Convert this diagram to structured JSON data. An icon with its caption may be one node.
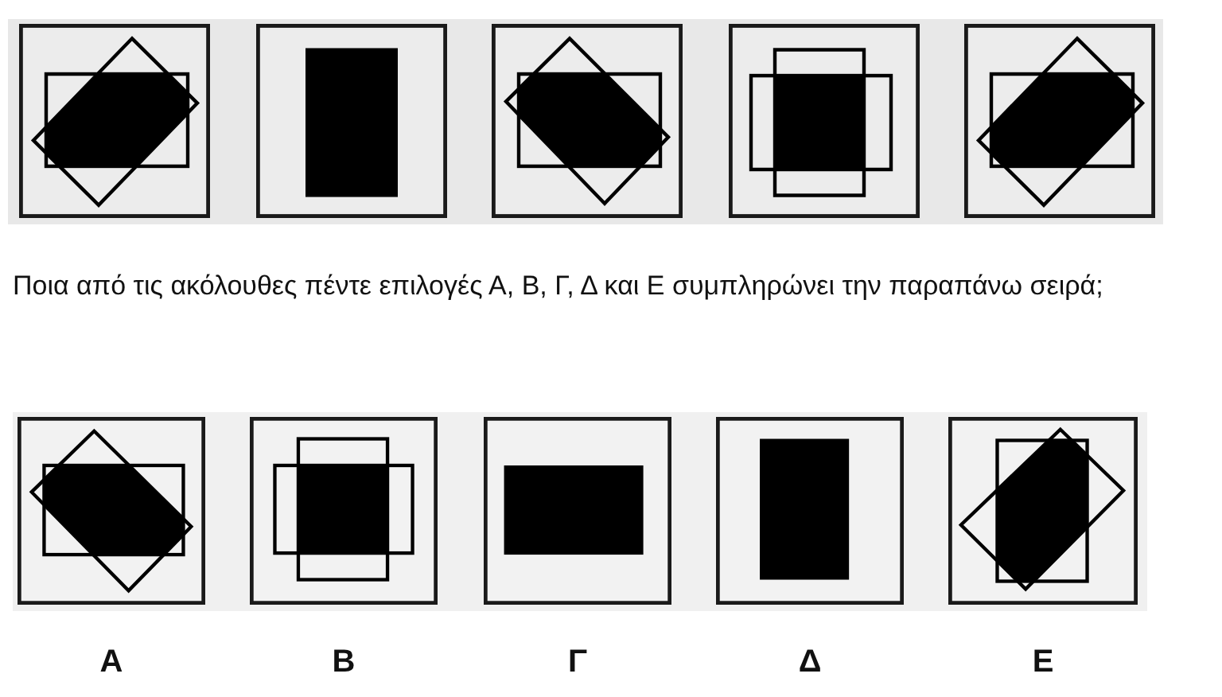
{
  "diagram": {
    "labels": [
      "Ποια από τις ακόλουθες πέντε επιλογές Α, Β, Γ, Δ και Ε συμπληρώνει την παραπάνω σειρά;",
      "Α",
      "Β",
      "Γ",
      "Δ",
      "Ε"
    ]
  }
}
